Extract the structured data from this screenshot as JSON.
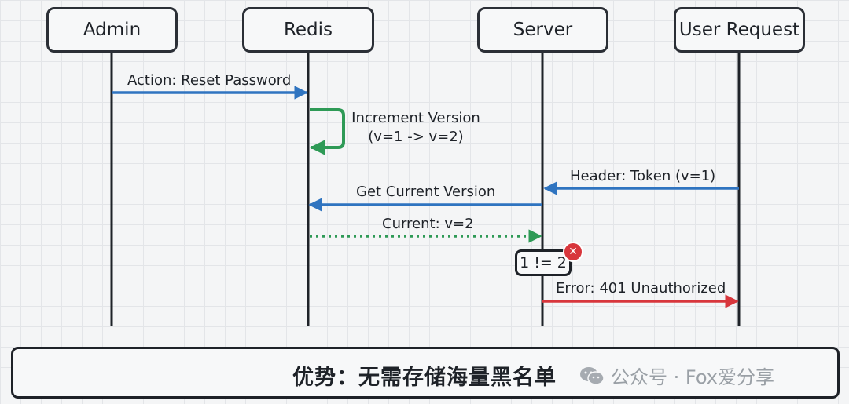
{
  "actors": [
    "Admin",
    "Redis",
    "Server",
    "User Request"
  ],
  "messages": {
    "reset": "Action: Reset Password",
    "increment_line1": "Increment Version",
    "increment_line2": "(v=1 -> v=2)",
    "header_token": "Header: Token (v=1)",
    "get_version": "Get Current Version",
    "current": "Current: v=2",
    "check": "1 != 2",
    "error": "Error: 401 Unauthorized"
  },
  "footer": {
    "text": "优势：无需存储海量黑名单",
    "watermark": "公众号 · Fox爱分享"
  },
  "colors": {
    "blue": "#2f74c0",
    "green": "#2e9a56",
    "red": "#d8363c",
    "dark": "#1e2228"
  }
}
